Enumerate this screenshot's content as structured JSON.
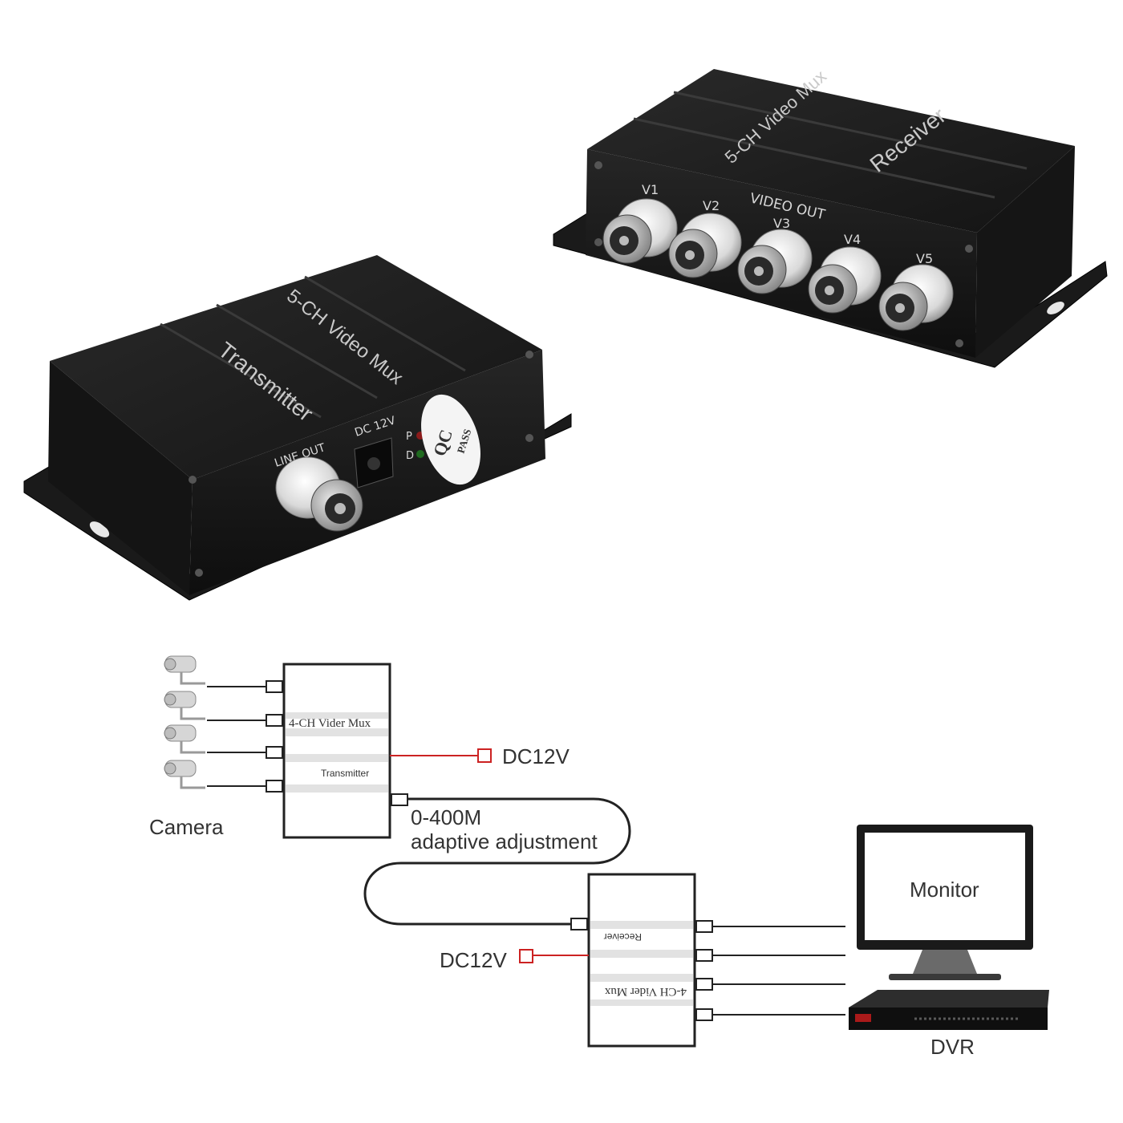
{
  "receiver_unit": {
    "model_label": "5-CH Video Mux",
    "role_label": "Receiver",
    "panel_label": "VIDEO OUT",
    "ports": [
      "V1",
      "V2",
      "V3",
      "V4",
      "V5"
    ]
  },
  "transmitter_unit": {
    "model_label": "5-CH Video Mux",
    "role_label": "Transmitter",
    "port_label": "LINE OUT",
    "power_label": "DC 12V",
    "led_labels": [
      "P",
      "D"
    ],
    "qc_sticker": {
      "line1": "QC",
      "line2": "PASS"
    }
  },
  "diagram": {
    "camera_label": "Camera",
    "transmitter_box": {
      "title": "4-CH Vider Mux",
      "subtitle": "Transmitter"
    },
    "receiver_box": {
      "title": "4-CH Vider Mux",
      "subtitle": "Receiver"
    },
    "power_top": "DC12V",
    "power_bottom": "DC12V",
    "cable_range": "0-400M",
    "cable_note": "adaptive adjustment",
    "monitor_label": "Monitor",
    "dvr_label": "DVR"
  },
  "colors": {
    "housing": "#1d1d1d",
    "power_line": "#cc2222",
    "wire": "#222222"
  }
}
